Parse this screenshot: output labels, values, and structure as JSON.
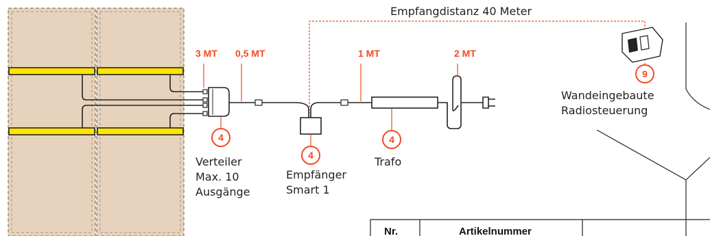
{
  "accent_color": "#f04a23",
  "led_color": "#ffe400",
  "panel_color": "#e7d3bd",
  "distance_label": "Empfangdistanz 40 Meter",
  "cable_lengths": {
    "strip_to_splitter": "3 MT",
    "splitter_to_receiver": "0,5 MT",
    "receiver_to_transformer": "1 MT",
    "transformer_to_plug": "2 MT"
  },
  "components": {
    "splitter": {
      "number": "4",
      "line1": "Verteiler",
      "line2": "Max. 10",
      "line3": "Ausgänge"
    },
    "receiver": {
      "number": "4",
      "line1": "Empfänger",
      "line2": "Smart 1"
    },
    "transformer": {
      "number": "4",
      "line1": "Trafo"
    },
    "wall_control": {
      "number": "9",
      "line1": "Wandeingebaute",
      "line2": "Radiosteuerung"
    }
  },
  "table": {
    "headers": [
      "Nr.",
      "Artikelnummer"
    ]
  }
}
